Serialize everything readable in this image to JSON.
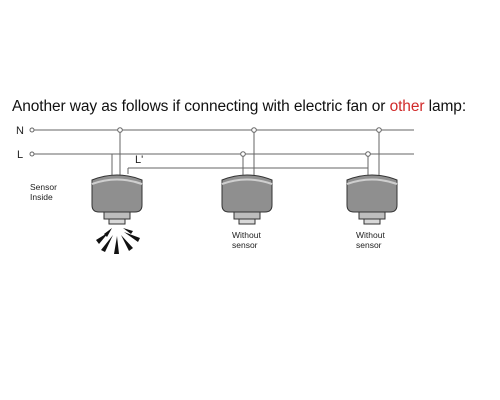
{
  "heading": {
    "before": "Another way as follows if connecting with electric fan or ",
    "highlight": "other",
    "after": " lamp:"
  },
  "wires": {
    "neutral_label": "N",
    "live_label": "L",
    "switched_live_label": "L'"
  },
  "lamps": [
    {
      "caption_line1": "Sensor",
      "caption_line2": "Inside"
    },
    {
      "caption_line1": "Without",
      "caption_line2": "sensor"
    },
    {
      "caption_line1": "Without",
      "caption_line2": "sensor"
    }
  ],
  "colors": {
    "highlight": "#d12a2a",
    "line": "#555555"
  }
}
